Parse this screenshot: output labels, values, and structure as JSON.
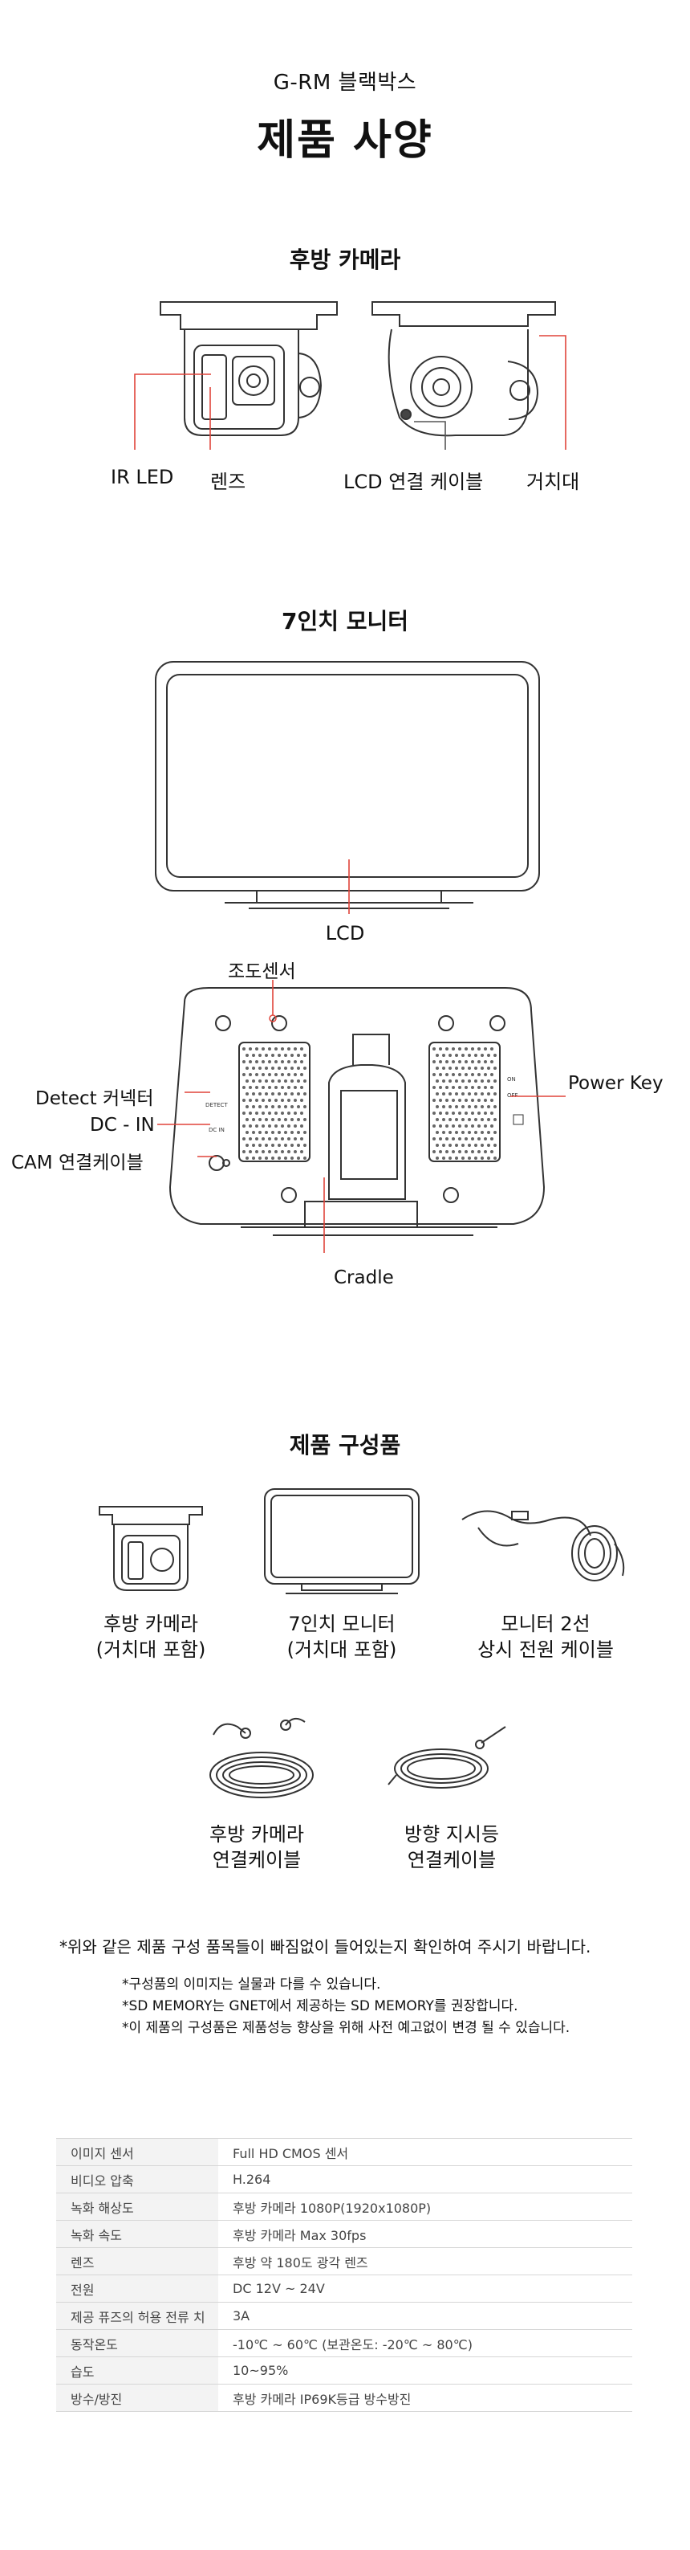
{
  "header": {
    "subtitle": "G-RM 블랙박스",
    "title": "제품 사양"
  },
  "rear_camera": {
    "heading": "후방 카메라",
    "labels": {
      "ir_led": "IR LED",
      "lens": "렌즈",
      "lcd_cable": "LCD 연결 케이블",
      "mount": "거치대"
    }
  },
  "monitor": {
    "heading": "7인치 모니터",
    "front_label": "LCD",
    "back_labels": {
      "illum_sensor": "조도센서",
      "detect": "Detect 커넥터",
      "dc_in": "DC - IN",
      "cam_cable": "CAM 연결케이블",
      "power_key": "Power Key",
      "cradle": "Cradle"
    },
    "device_marks": {
      "detect": "DETECT",
      "dc_in": "DC IN",
      "on": "ON",
      "off": "OFF"
    }
  },
  "components": {
    "heading": "제품 구성품",
    "items": [
      {
        "line1": "후방 카메라",
        "line2": "(거치대 포함)"
      },
      {
        "line1": "7인치 모니터",
        "line2": "(거치대 포함)"
      },
      {
        "line1": "모니터 2선",
        "line2": "상시 전원 케이블"
      },
      {
        "line1": "후방 카메라",
        "line2": "연결케이블"
      },
      {
        "line1": "방향 지시등",
        "line2": "연결케이블"
      }
    ]
  },
  "notice": {
    "main": "*위와 같은 제품 구성 품목들이 빠짐없이 들어있는지 확인하여 주시기 바랍니다.",
    "notes": [
      "*구성품의 이미지는 실물과 다를 수 있습니다.",
      "*SD MEMORY는 GNET에서 제공하는 SD MEMORY를 권장합니다.",
      "*이 제품의 구성품은 제품성능 향상을 위해 사전 예고없이 변경 될 수 있습니다."
    ]
  },
  "specs": {
    "rows": [
      {
        "key": "이미지 센서",
        "value": "Full HD CMOS 센서"
      },
      {
        "key": "비디오 압축",
        "value": "H.264"
      },
      {
        "key": "녹화 해상도",
        "value": "후방 카메라 1080P(1920x1080P)"
      },
      {
        "key": "녹화 속도",
        "value": "후방 카메라 Max 30fps"
      },
      {
        "key": "렌즈",
        "value": "후방 약 180도 광각 렌즈"
      },
      {
        "key": "전원",
        "value": "DC 12V ~ 24V"
      },
      {
        "key": "제공 퓨즈의 허용 전류 치",
        "value": "3A"
      },
      {
        "key": "동작온도",
        "value": "-10℃ ~ 60℃ (보관온도: -20℃ ~ 80℃)"
      },
      {
        "key": "습도",
        "value": "10~95%"
      },
      {
        "key": "방수/방진",
        "value": "후방 카메라 IP69K등급 방수방진"
      }
    ]
  },
  "colors": {
    "accent_red": "#e0443a",
    "line_gray": "#555555"
  }
}
